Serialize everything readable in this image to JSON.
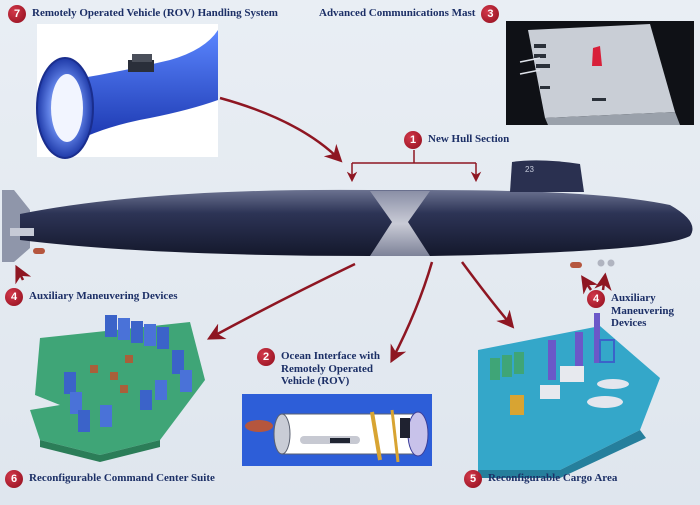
{
  "callouts": [
    {
      "number": "7",
      "text": "Remotely Operated Vehicle (ROV) Handling System"
    },
    {
      "number": "3",
      "text": "Advanced Communications Mast"
    },
    {
      "number": "1",
      "text": "New Hull Section"
    },
    {
      "number": "4",
      "text": "Auxiliary Maneuvering Devices"
    },
    {
      "number": "2",
      "text": "Ocean Interface with Remotely Operated Vehicle (ROV)"
    },
    {
      "number": "4",
      "text": "Auxiliary Maneuvering Devices"
    },
    {
      "number": "6",
      "text": "Reconfigurable Command Center Suite"
    },
    {
      "number": "5",
      "text": "Reconfigurable Cargo Area"
    }
  ],
  "sail_number": "23",
  "colors": {
    "hull": "#23294a",
    "badge": "#b01e2e",
    "arrow": "#8e1622",
    "rov_system": "#2d56d6",
    "command_floor": "#3fa577",
    "command_blocks": "#3b63c9",
    "cargo_floor": "#34a7c9"
  }
}
